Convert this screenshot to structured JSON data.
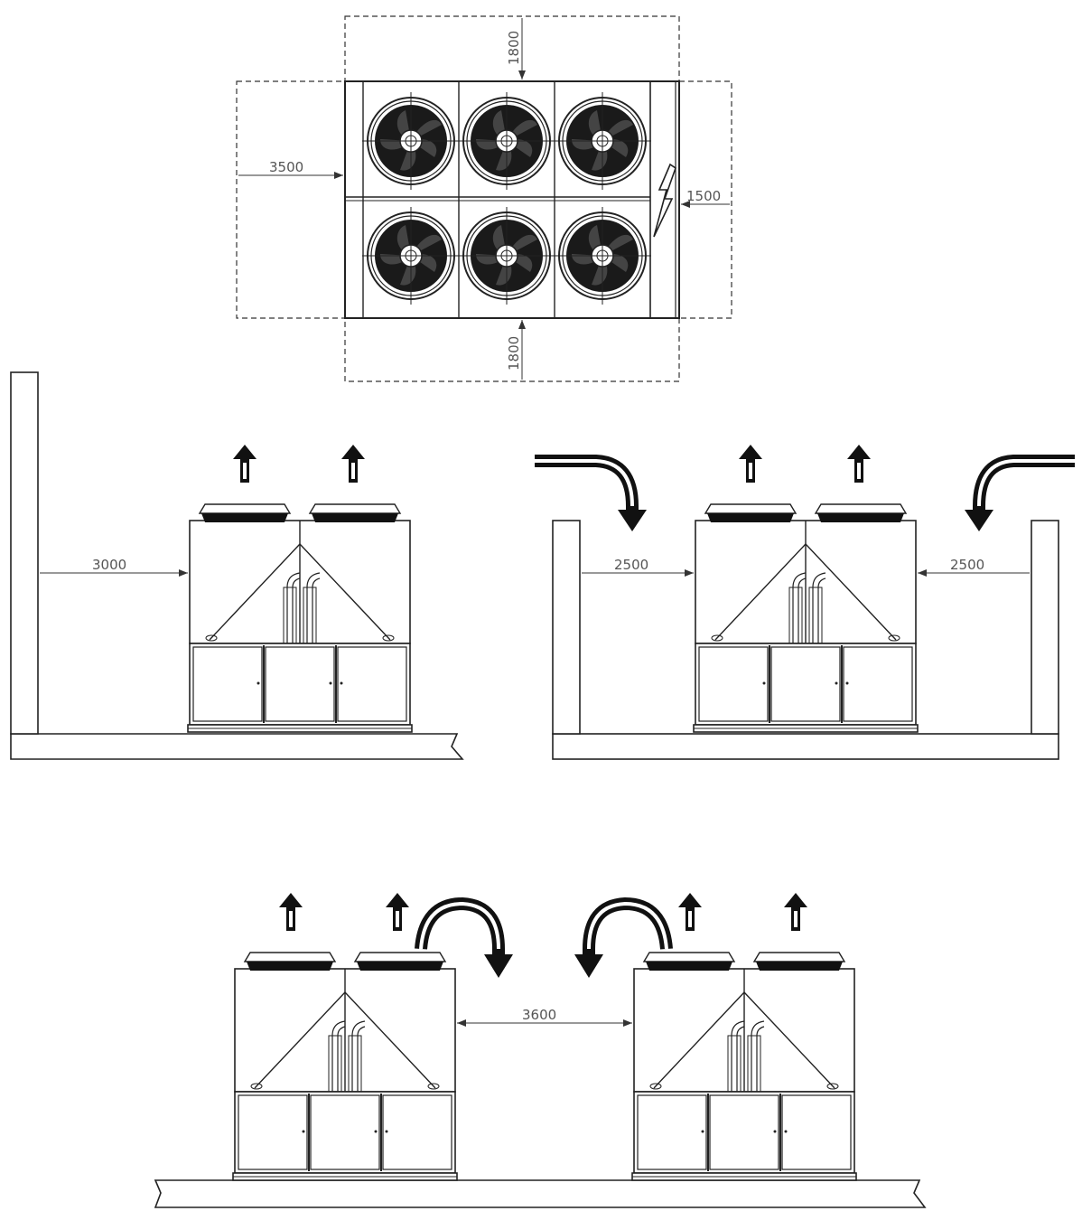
{
  "top_view": {
    "dim_back": "1800",
    "dim_front": "1800",
    "dim_left": "3500",
    "dim_right": "1500",
    "fan_count": 6
  },
  "elevation_wall": {
    "dim_wall_clearance": "3000"
  },
  "elevation_pit": {
    "dim_left": "2500",
    "dim_right": "2500"
  },
  "elevation_two_units": {
    "dim_between_units": "3600"
  }
}
